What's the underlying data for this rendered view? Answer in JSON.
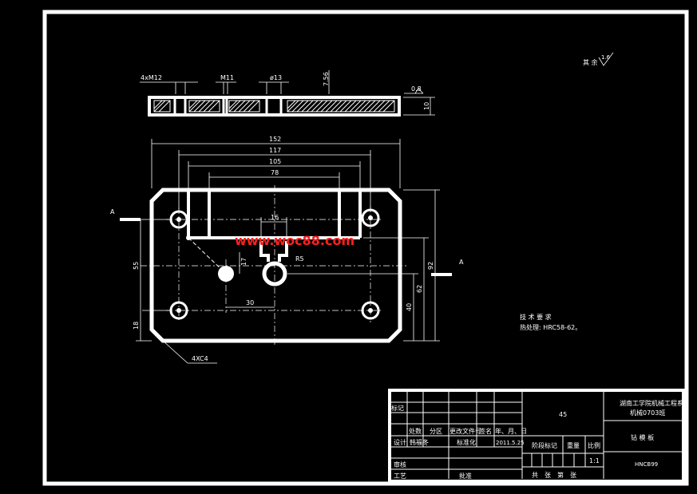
{
  "side_view": {
    "dim_holes": "4xM12",
    "dim_m11": "M11",
    "dim_phi13": "ø13",
    "dim_756": "7.56",
    "roughness_top": "0.8",
    "dim_thickness": "10"
  },
  "top_view": {
    "dim_152": "152",
    "dim_117": "117",
    "dim_105": "105",
    "dim_78": "78",
    "dim_16": "16",
    "dim_r5": "R5",
    "dim_55": "55",
    "dim_17": "17",
    "dim_30": "30",
    "dim_18": "18",
    "dim_92": "92",
    "dim_62": "62",
    "dim_40": "40",
    "chamfer": "4XC4",
    "section_mark_left": "A",
    "section_mark_right": "A"
  },
  "watermark": "www.woc88.com",
  "roughness_other": {
    "label": "其 余",
    "value": "1.6"
  },
  "tech_requirements": {
    "title": "技 术 要 求",
    "line1": "热处理: HRC58-62。"
  },
  "title_block": {
    "material": "45",
    "institution_line1": "湖南工学院机械工程系",
    "institution_line2": "机械0703班",
    "part_name": "钻 模 板",
    "drawing_no": "HNCB99",
    "scale_value": "1:1",
    "h_biaoji": "标记",
    "h_chushu": "处数",
    "h_fenqu": "分区",
    "h_gengai": "更改文件号",
    "h_qianming": "签名",
    "h_date": "年、月、日",
    "r_sheji": "设计",
    "designer": "韩福冬",
    "r_biaozhunhua": "标准化",
    "date_value": "2011.5.25",
    "h_jieduan": "阶段标记",
    "h_zhongliang": "重量",
    "h_bili": "比例",
    "r_shenhe": "审核",
    "r_gongyi": "工艺",
    "r_pizhun": "批准",
    "sheets_label": "共　张　第　张"
  },
  "colors": {
    "background": "#000000",
    "line": "#ffffff",
    "watermark": "#ff2020"
  }
}
